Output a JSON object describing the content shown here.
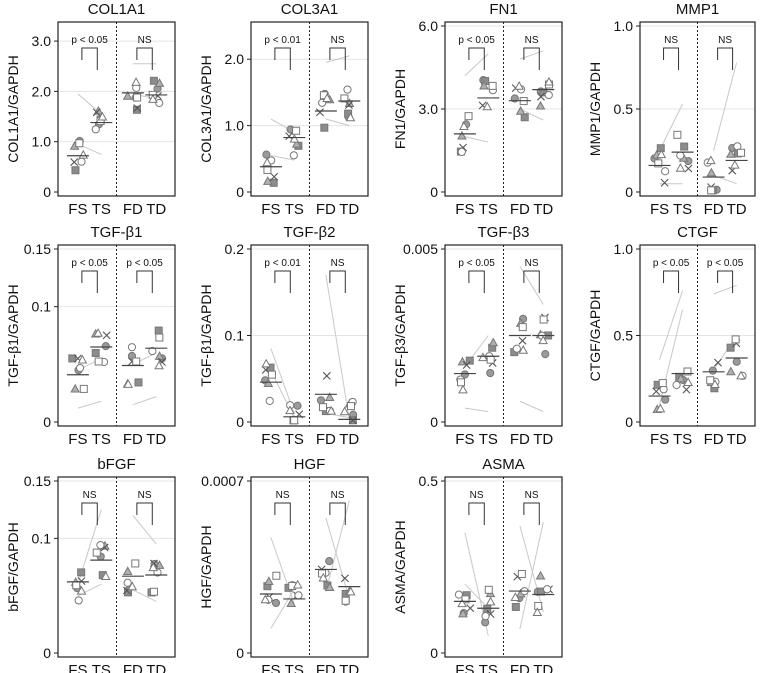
{
  "chart_data": [
    {
      "type": "scatter",
      "title": "COL1A1",
      "ylabel": "COL1A1/GAPDH",
      "ylim": [
        0,
        3.3
      ],
      "yticks": [
        0,
        1.0,
        2.0,
        3.0
      ],
      "yticklabels": [
        "0",
        "1.0",
        "2.0",
        "3.0"
      ],
      "groups": [
        "FS",
        "TS",
        "FD",
        "TD"
      ],
      "means": [
        0.72,
        1.38,
        1.97,
        1.93
      ],
      "comparisons": [
        {
          "label": "p < 0.05",
          "italic_p": true
        },
        {
          "label": "NS",
          "italic_p": false
        }
      ],
      "pairs": [
        [
          [
            0.95,
            0.75
          ],
          [
            1.95,
            1.55
          ]
        ],
        [
          [
            1.95,
            1.85
          ],
          [
            2.55,
            2.55
          ]
        ]
      ]
    },
    {
      "type": "scatter",
      "title": "COL3A1",
      "ylabel": "COL3A1/GAPDH",
      "ylim": [
        0,
        2.5
      ],
      "yticks": [
        0,
        1.0,
        2.0
      ],
      "yticklabels": [
        "0",
        "1.0",
        "2.0"
      ],
      "groups": [
        "FS",
        "TS",
        "FD",
        "TD"
      ],
      "means": [
        0.38,
        0.82,
        1.22,
        1.37
      ],
      "comparisons": [
        {
          "label": "p < 0.01",
          "italic_p": true
        },
        {
          "label": "NS",
          "italic_p": false
        }
      ],
      "pairs": [
        [
          [
            0.55,
            0.48
          ],
          [
            1.1,
            0.9
          ]
        ],
        [
          [
            1.1,
            1.0
          ],
          [
            1.95,
            2.05
          ]
        ]
      ]
    },
    {
      "type": "scatter",
      "title": "FN1",
      "ylabel": "FN1/GAPDH",
      "ylim": [
        0,
        6.0
      ],
      "yticks": [
        0,
        3.0,
        6.0
      ],
      "yticklabels": [
        "0",
        "3.0",
        "6.0"
      ],
      "groups": [
        "FS",
        "TS",
        "FD",
        "TD"
      ],
      "means": [
        2.1,
        3.4,
        3.3,
        3.7
      ],
      "comparisons": [
        {
          "label": "p < 0.05",
          "italic_p": true
        },
        {
          "label": "NS",
          "italic_p": false
        }
      ],
      "pairs": [
        [
          [
            2.0,
            1.8
          ],
          [
            4.2,
            5.0
          ]
        ],
        [
          [
            3.0,
            2.6
          ],
          [
            4.8,
            5.1
          ]
        ]
      ]
    },
    {
      "type": "scatter",
      "title": "MMP1",
      "ylabel": "MMP1/GAPDH",
      "ylim": [
        0,
        1.0
      ],
      "yticks": [
        0,
        0.5,
        1.0
      ],
      "yticklabels": [
        "0",
        "0.5",
        "1.0"
      ],
      "groups": [
        "FS",
        "TS",
        "FD",
        "TD"
      ],
      "means": [
        0.16,
        0.24,
        0.09,
        0.19
      ],
      "comparisons": [
        {
          "label": "NS",
          "italic_p": false
        },
        {
          "label": "NS",
          "italic_p": false
        }
      ],
      "pairs": [
        [
          [
            0.05,
            0.05
          ],
          [
            0.25,
            0.53
          ]
        ],
        [
          [
            0.1,
            0.05
          ],
          [
            0.25,
            0.78
          ]
        ]
      ]
    },
    {
      "type": "scatter",
      "title": "TGF-β1",
      "ylabel": "TGF-β1/GAPDH",
      "ylim": [
        0,
        0.15
      ],
      "yticks": [
        0,
        0.1,
        0.15
      ],
      "yticklabels": [
        "0",
        "0.1",
        "0.15"
      ],
      "groups": [
        "FS",
        "TS",
        "FD",
        "TD"
      ],
      "means": [
        0.041,
        0.065,
        0.049,
        0.064
      ],
      "comparisons": [
        {
          "label": "p < 0.05",
          "italic_p": true
        },
        {
          "label": "p < 0.05",
          "italic_p": true
        }
      ],
      "pairs": [
        [
          [
            0.045,
            0.055
          ],
          [
            0.012,
            0.018
          ]
        ],
        [
          [
            0.05,
            0.06
          ],
          [
            0.015,
            0.022
          ]
        ]
      ]
    },
    {
      "type": "scatter",
      "title": "TGF-β2",
      "ylabel": "TGF-β1/GAPDH",
      "ylim": [
        0,
        0.2
      ],
      "yticks": [
        0,
        0.1,
        0.2
      ],
      "yticklabels": [
        "0",
        "0.1",
        "0.2"
      ],
      "groups": [
        "FS",
        "TS",
        "FD",
        "TD"
      ],
      "means": [
        0.046,
        0.006,
        0.032,
        0.003
      ],
      "comparisons": [
        {
          "label": "p < 0.01",
          "italic_p": true
        },
        {
          "label": "NS",
          "italic_p": false
        }
      ],
      "pairs": [
        [
          [
            0.085,
            0.01
          ],
          [
            0.06,
            0.004
          ]
        ],
        [
          [
            0.17,
            0.003
          ],
          [
            0.01,
            0.005
          ]
        ]
      ]
    },
    {
      "type": "scatter",
      "title": "TGF-β3",
      "ylabel": "TGF-β3/GAPDH",
      "ylim": [
        0,
        0.005
      ],
      "yticks": [
        0,
        0.005
      ],
      "yticklabels": [
        "0",
        "0.005"
      ],
      "groups": [
        "FS",
        "TS",
        "FD",
        "TD"
      ],
      "means": [
        0.0014,
        0.0019,
        0.0025,
        0.0025
      ],
      "comparisons": [
        {
          "label": "p < 0.05",
          "italic_p": true
        },
        {
          "label": "NS",
          "italic_p": false
        }
      ],
      "pairs": [
        [
          [
            0.0016,
            0.0025
          ],
          [
            0.0004,
            0.0003
          ]
        ],
        [
          [
            0.0045,
            0.0034
          ],
          [
            0.0006,
            0.0003
          ]
        ]
      ]
    },
    {
      "type": "scatter",
      "title": "CTGF",
      "ylabel": "CTGF/GAPDH",
      "ylim": [
        0,
        1.0
      ],
      "yticks": [
        0,
        0.5,
        1.0
      ],
      "yticklabels": [
        "0",
        "0.5",
        "1.0"
      ],
      "groups": [
        "FS",
        "TS",
        "FD",
        "TD"
      ],
      "means": [
        0.15,
        0.28,
        0.29,
        0.37
      ],
      "comparisons": [
        {
          "label": "p < 0.05",
          "italic_p": true
        },
        {
          "label": "p < 0.05",
          "italic_p": true
        }
      ],
      "pairs": [
        [
          [
            0.1,
            0.65
          ],
          [
            0.36,
            0.76
          ]
        ],
        [
          [
            0.3,
            0.5
          ],
          [
            0.74,
            0.79
          ]
        ]
      ]
    },
    {
      "type": "scatter",
      "title": "bFGF",
      "ylabel": "bFGF/GAPDH",
      "ylim": [
        0,
        0.15
      ],
      "yticks": [
        0,
        0.1,
        0.15
      ],
      "yticklabels": [
        "0",
        "0.1",
        "0.15"
      ],
      "groups": [
        "FS",
        "TS",
        "FD",
        "TD"
      ],
      "means": [
        0.062,
        0.081,
        0.067,
        0.068
      ],
      "comparisons": [
        {
          "label": "NS",
          "italic_p": false
        },
        {
          "label": "NS",
          "italic_p": false
        }
      ],
      "pairs": [
        [
          [
            0.06,
            0.125
          ],
          [
            0.05,
            0.06
          ]
        ],
        [
          [
            0.12,
            0.095
          ],
          [
            0.055,
            0.045
          ]
        ]
      ]
    },
    {
      "type": "scatter",
      "title": "HGF",
      "ylabel": "HGF/GAPDH",
      "ylim": [
        0,
        0.0007
      ],
      "yticks": [
        0,
        0.0007
      ],
      "yticklabels": [
        "0",
        "0.0007"
      ],
      "groups": [
        "FS",
        "TS",
        "FD",
        "TD"
      ],
      "means": [
        0.00024,
        0.00022,
        0.00034,
        0.00027
      ],
      "comparisons": [
        {
          "label": "NS",
          "italic_p": false
        },
        {
          "label": "NS",
          "italic_p": false
        }
      ],
      "pairs": [
        [
          [
            0.00047,
            0.0002
          ],
          [
            0.0001,
            0.00026
          ]
        ],
        [
          [
            0.00055,
            0.00022
          ],
          [
            0.00025,
            0.00062
          ]
        ]
      ]
    },
    {
      "type": "scatter",
      "title": "ASMA",
      "ylabel": "ASMA/GAPDH",
      "ylim": [
        0,
        0.5
      ],
      "yticks": [
        0,
        0.5
      ],
      "yticklabels": [
        "0",
        "0.5"
      ],
      "groups": [
        "FS",
        "TS",
        "FD",
        "TD"
      ],
      "means": [
        0.15,
        0.13,
        0.18,
        0.17
      ],
      "comparisons": [
        {
          "label": "NS",
          "italic_p": false
        },
        {
          "label": "NS",
          "italic_p": false
        }
      ],
      "pairs": [
        [
          [
            0.35,
            0.05
          ],
          [
            0.2,
            0.13
          ]
        ],
        [
          [
            0.37,
            0.12
          ],
          [
            0.07,
            0.38
          ]
        ]
      ]
    }
  ]
}
